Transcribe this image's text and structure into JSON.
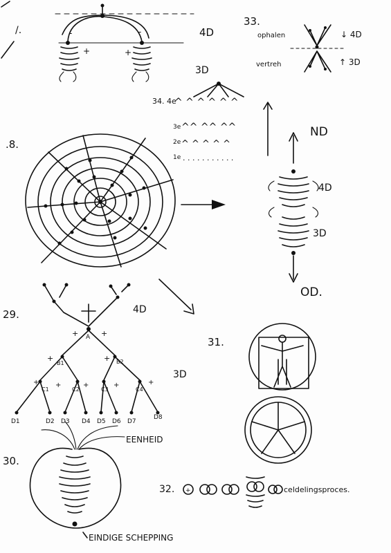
{
  "labels": {
    "fig_top": "/.",
    "top_4d": "4D",
    "fig33": "33.",
    "ophalen": "ophalen",
    "vertreh": "vertreh",
    "f33_4d": "↓ 4D",
    "f33_3d": "↑ 3D",
    "fig34_3d": "3D",
    "row4": "34. 4e",
    "row3": "3e",
    "row2": "2e",
    "row1": "1e",
    "fig8": ".8.",
    "nd": "ND",
    "mid_4d": "4D",
    "mid_3d": "3D",
    "od": "OD.",
    "fig29": "29.",
    "tree_4d": "4D",
    "tree_3d": "3D",
    "node_a": "A",
    "b1": "B1",
    "b2": "B2",
    "c1": "C1",
    "c2": "C2",
    "c3": "C3",
    "c4": "C4",
    "d_labels": [
      "D1",
      "D2",
      "D3",
      "D4",
      "D5",
      "D6",
      "D7",
      "D8"
    ],
    "fig31": "31.",
    "fig30": "30.",
    "eenheid": "EENHEID",
    "eindige": "EINDIGE SCHEPPING",
    "fig32": "32.",
    "celdeling": "celdelingsproces."
  }
}
